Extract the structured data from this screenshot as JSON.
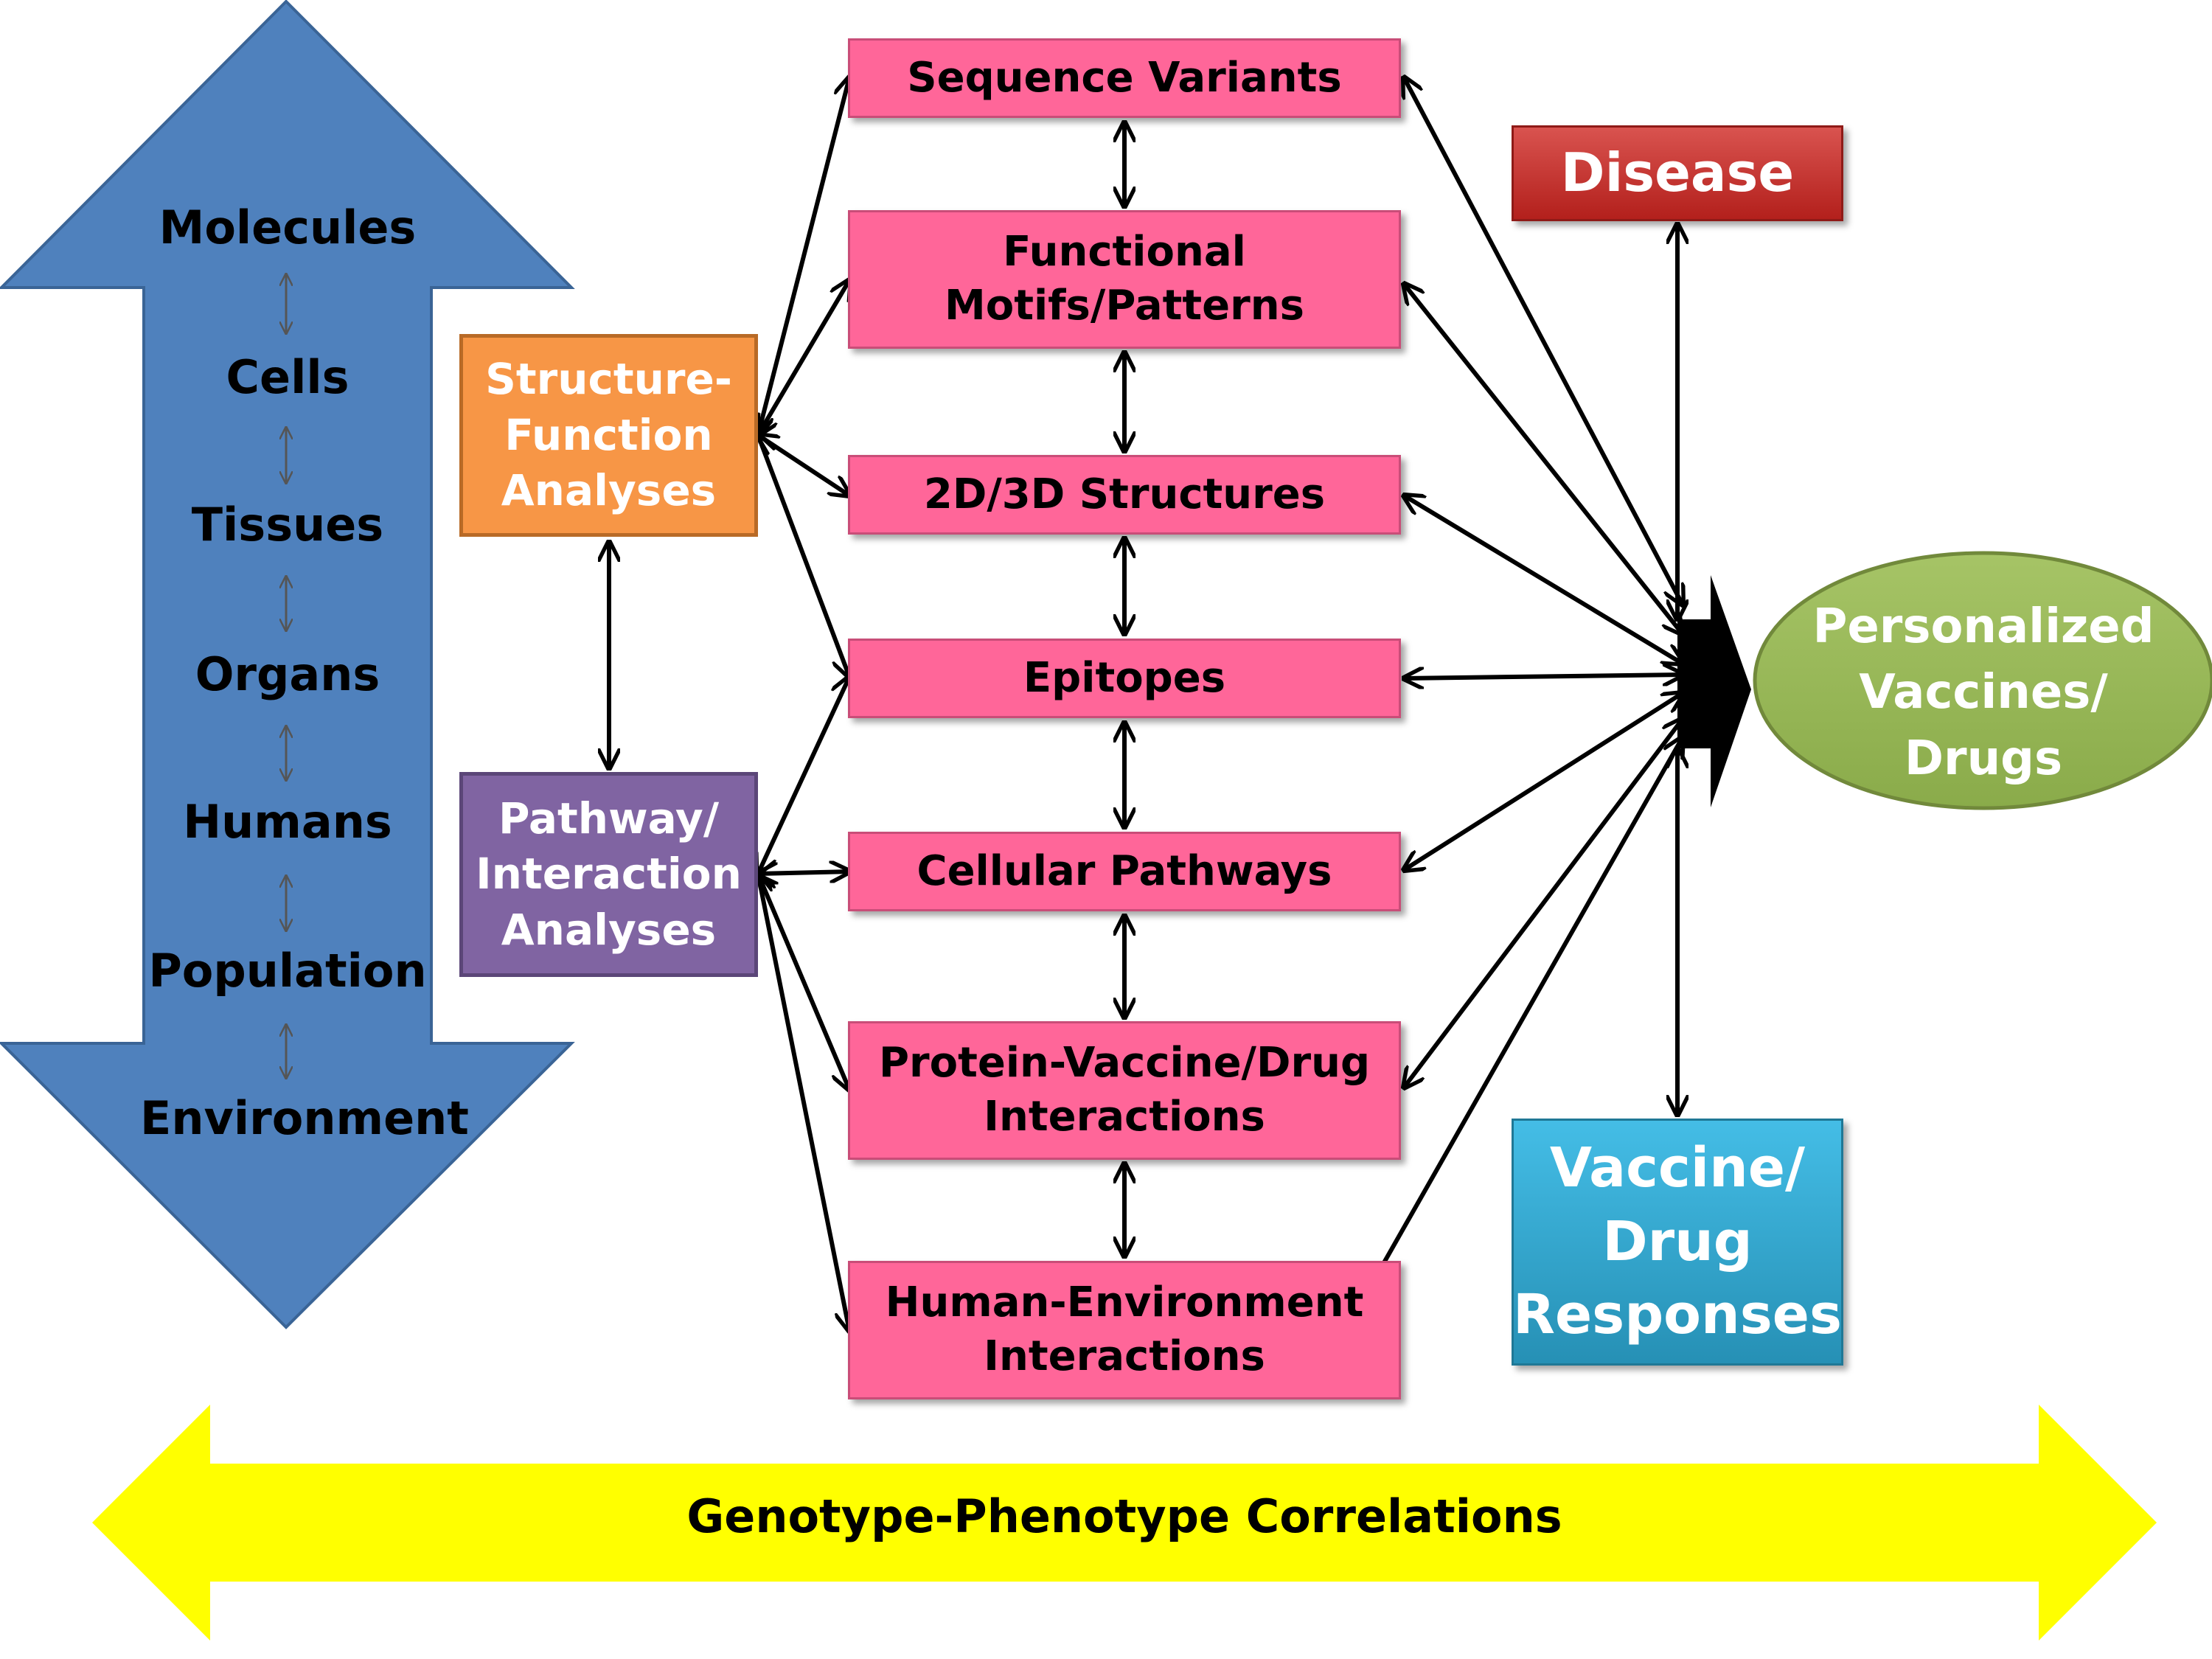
{
  "colors": {
    "blue_arrow": "#4f81bd",
    "pink_box": "#ff6699",
    "orange_box": "#f79646",
    "purple_box": "#8064a2",
    "disease_box": "#c0312c",
    "response_box": "#31a8d4",
    "ellipse": "#9bbb59",
    "yellow_arrow": "#ffff00"
  },
  "levels": [
    "Molecules",
    "Cells",
    "Tissues",
    "Organs",
    "Humans",
    "Population",
    "Environment"
  ],
  "analyses": {
    "structure": "Structure-\nFunction\nAnalyses",
    "pathway": "Pathway/\nInteraction\nAnalyses"
  },
  "middle_boxes": [
    "Sequence Variants",
    "Functional\nMotifs/Patterns",
    "2D/3D Structures",
    "Epitopes",
    "Cellular Pathways",
    "Protein-Vaccine/Drug\nInteractions",
    "Human-Environment\nInteractions"
  ],
  "disease": "Disease",
  "responses": "Vaccine/\nDrug\nResponses",
  "outcome": "Personalized\nVaccines/\nDrugs",
  "banner": "Genotype-Phenotype Correlations"
}
